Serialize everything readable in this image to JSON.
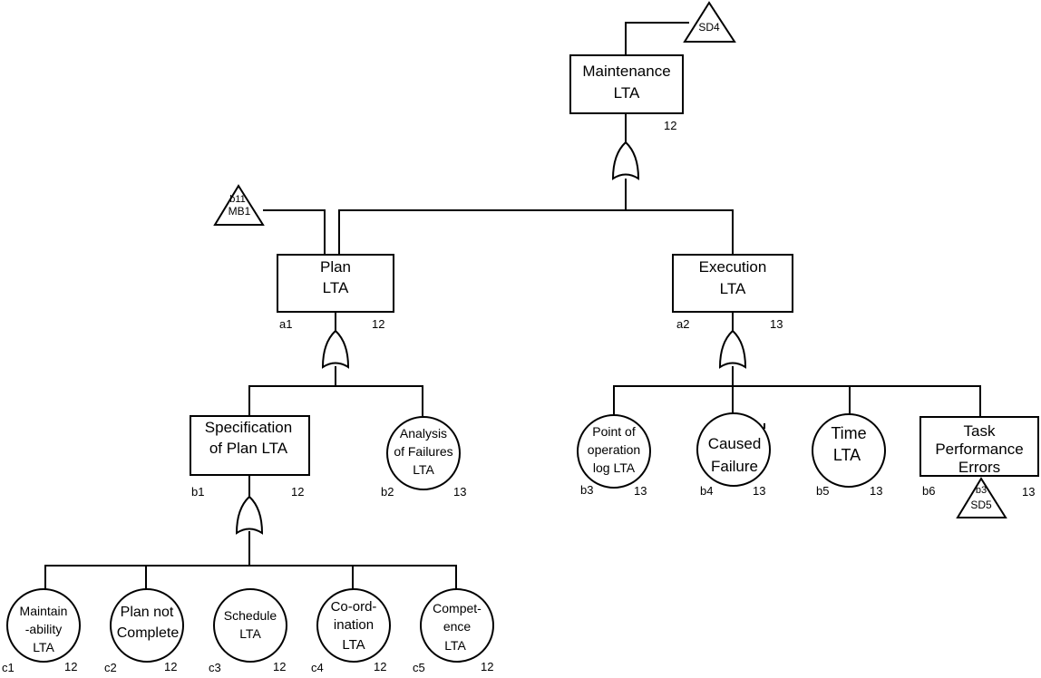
{
  "diagram": {
    "top_event": {
      "line1": "Maintenance",
      "line2": "LTA",
      "num": "12"
    },
    "transfer_sd4": {
      "label": "SD4"
    },
    "transfer_mb1": {
      "line1": "b11",
      "line2": "MB1"
    },
    "a1": {
      "line1": "Plan",
      "line2": "LTA",
      "id": "a1",
      "num": "12"
    },
    "a2": {
      "line1": "Execution",
      "line2": "LTA",
      "id": "a2",
      "num": "13"
    },
    "b1": {
      "line1": "Specification",
      "line2": "of Plan LTA",
      "id": "b1",
      "num": "12"
    },
    "b2": {
      "line1": "Analysis",
      "line2": "of Failures",
      "line3": "LTA",
      "id": "b2",
      "num": "13"
    },
    "b3": {
      "line1": "Point of",
      "line2": "operation",
      "line3": "log LTA",
      "id": "b3",
      "num": "13"
    },
    "b4": {
      "line1": "Caused",
      "line2": "Failure",
      "id": "b4",
      "num": "13"
    },
    "b5": {
      "line1": "Time",
      "line2": "LTA",
      "id": "b5",
      "num": "13"
    },
    "b6": {
      "line1": "Task",
      "line2": "Performance",
      "line3": "Errors",
      "id": "b6",
      "num": "13"
    },
    "transfer_sd5": {
      "line1": "b3",
      "line2": "SD5"
    },
    "c1": {
      "line1": "Maintain",
      "line2": "-ability",
      "line3": "LTA",
      "id": "c1",
      "num": "12"
    },
    "c2": {
      "line1": "Plan not",
      "line2": "Complete",
      "id": "c2",
      "num": "12"
    },
    "c3": {
      "line1": "Schedule",
      "line2": "LTA",
      "id": "c3",
      "num": "12"
    },
    "c4": {
      "line1": "Co-ord-",
      "line2": "ination",
      "line3": "LTA",
      "id": "c4",
      "num": "12"
    },
    "c5": {
      "line1": "Compet-",
      "line2": "ence",
      "line3": "LTA",
      "id": "c5",
      "num": "12"
    }
  }
}
